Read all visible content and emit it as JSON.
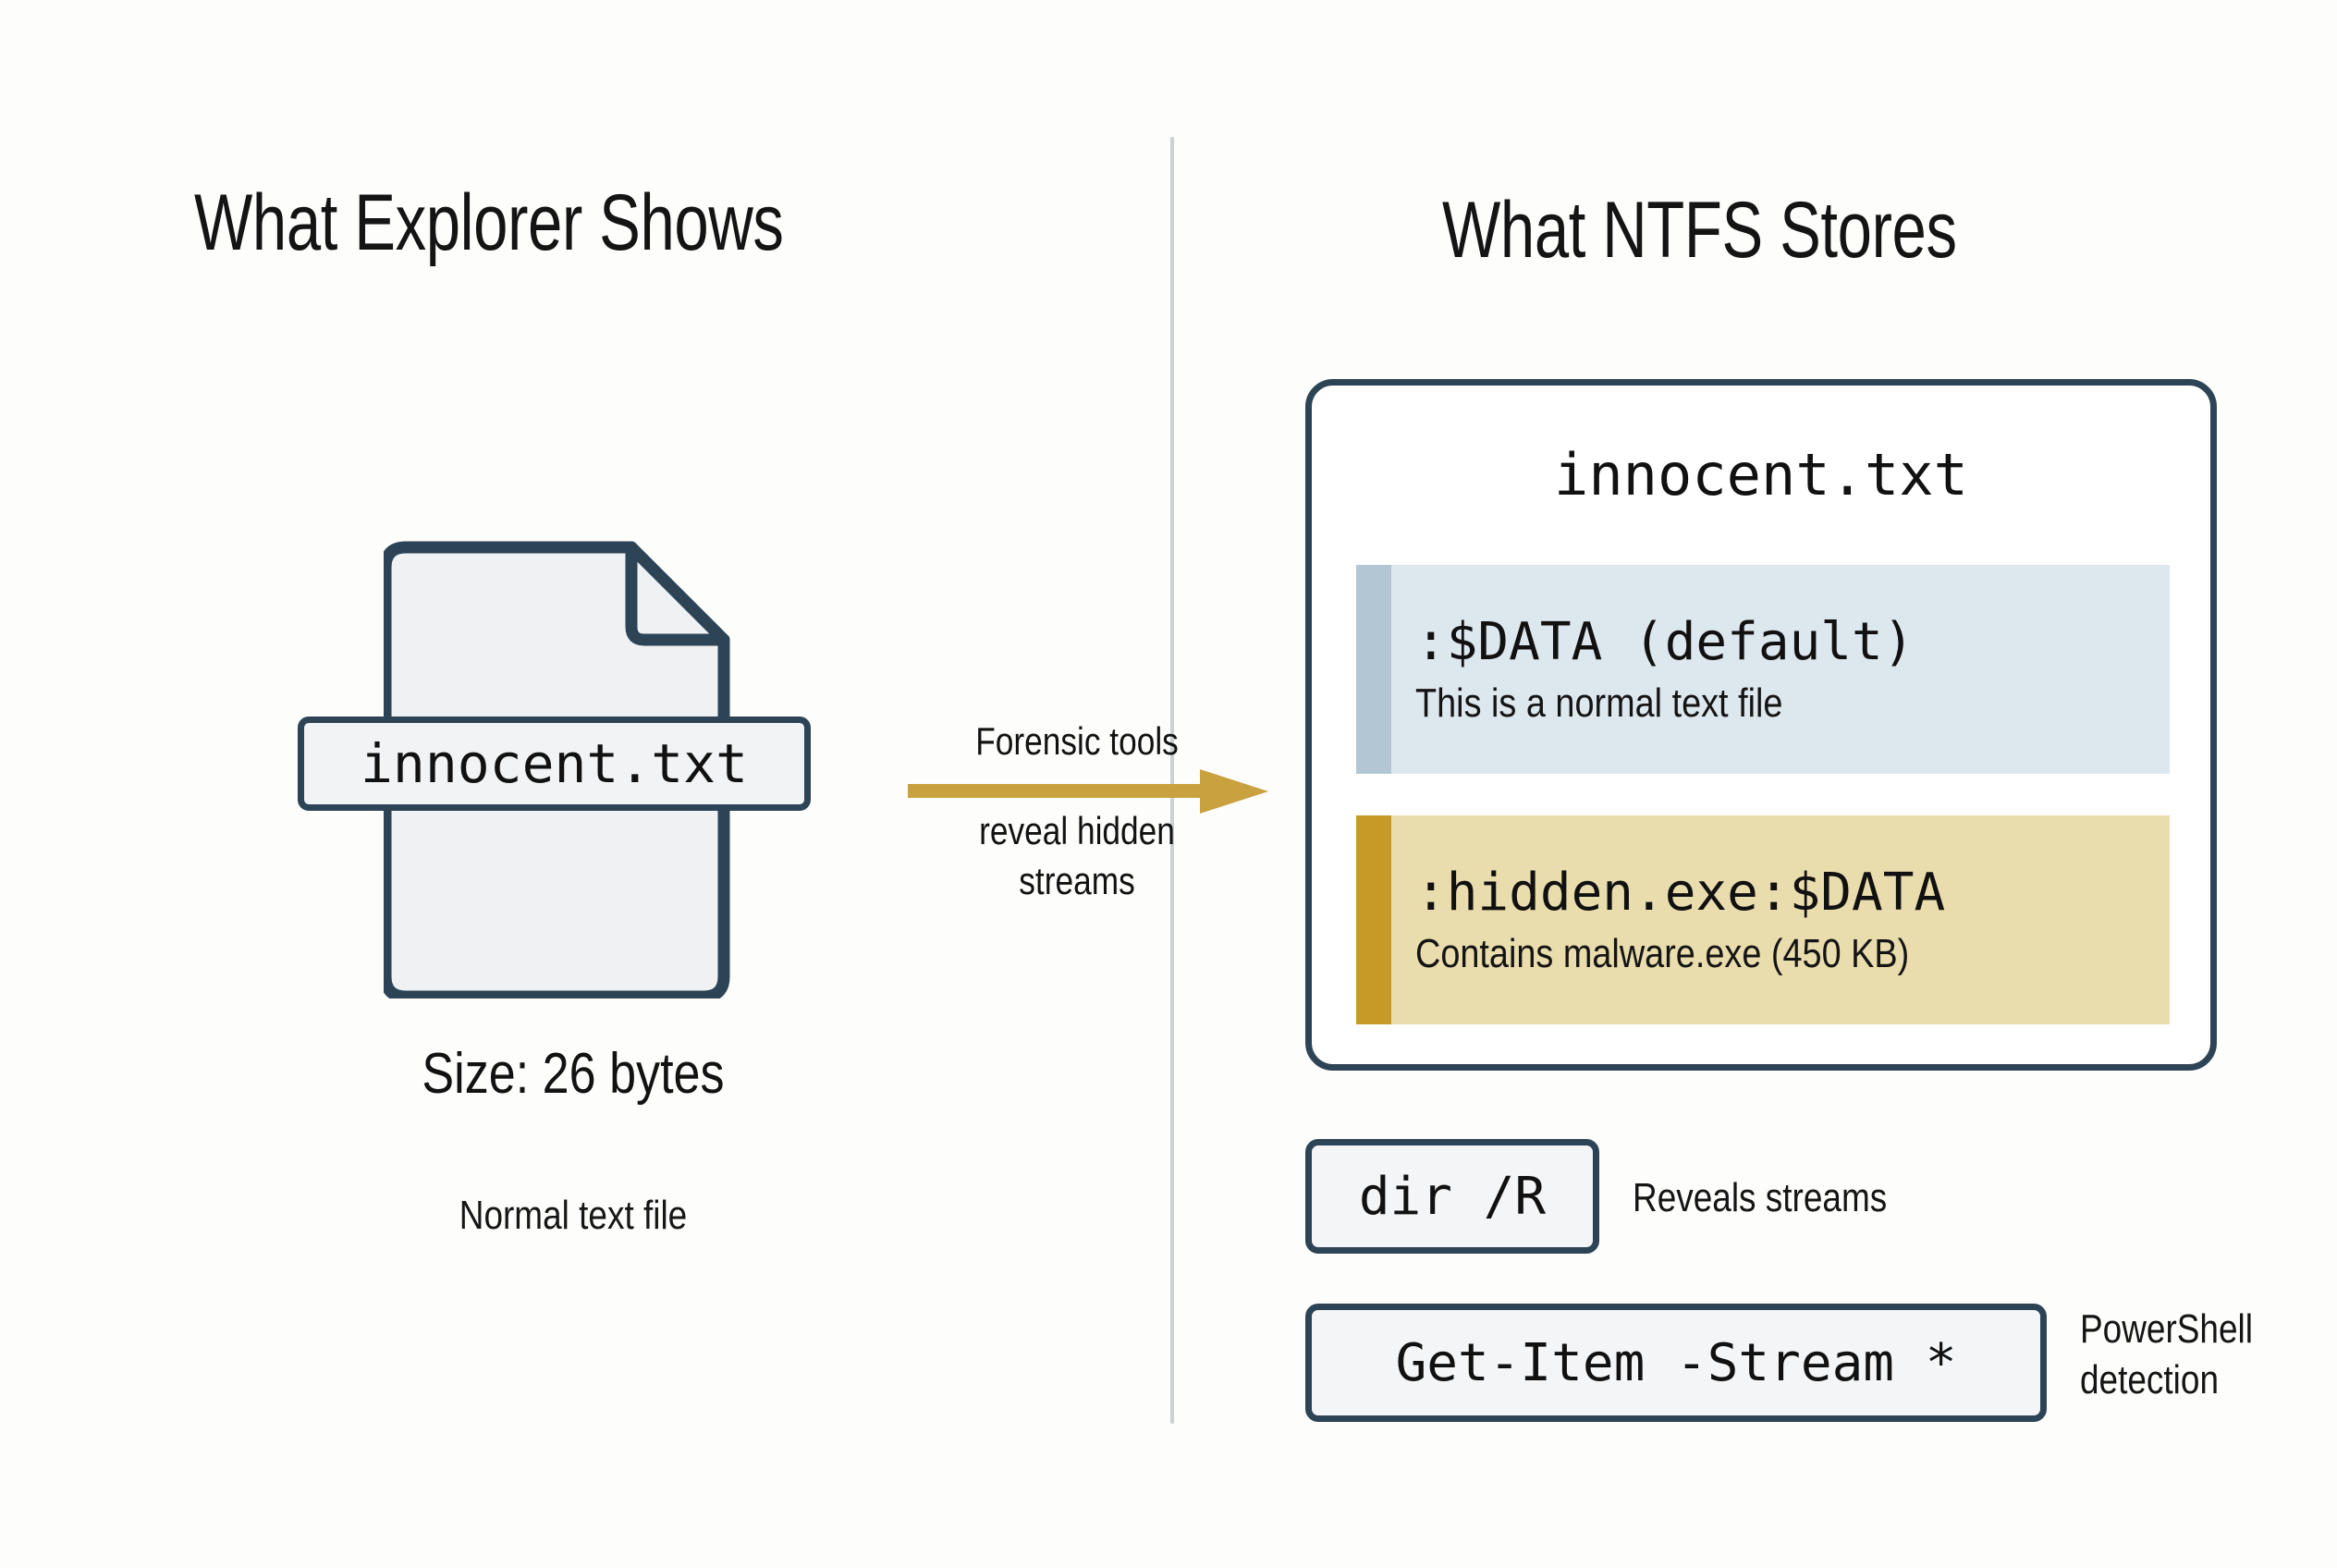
{
  "colors": {
    "background": "#fdfdfc",
    "outline_navy": "#2d4456",
    "divider_gray": "#ccd2d4",
    "arrow_gold": "#c9a23f",
    "icon_fill": "#eff1f2",
    "stream_default_bg": "#dde7ee",
    "stream_default_accent": "#b2c7d3",
    "stream_hidden_bg": "#e9dcad",
    "stream_hidden_accent": "#c69a26",
    "chip_fill": "#f4f5f6",
    "text": "#121212"
  },
  "left_panel": {
    "title": "What Explorer Shows",
    "file_icon": {
      "icon_name": "text-file-icon",
      "filename_badge": "innocent.txt"
    },
    "size_label": "Size: 26 bytes",
    "caption": "Normal text file"
  },
  "connector": {
    "icon_name": "arrow-right-icon",
    "caption_top": "Forensic tools",
    "caption_bottom": "reveal hidden\nstreams",
    "caption_bottom_line1": "reveal hidden",
    "caption_bottom_line2": "streams"
  },
  "right_panel": {
    "title": "What NTFS Stores",
    "card": {
      "filename": "innocent.txt",
      "streams": [
        {
          "name": ":$DATA (default)",
          "description": "This is a normal text file",
          "kind": "default-stream"
        },
        {
          "name": ":hidden.exe:$DATA",
          "description": "Contains malware.exe (450 KB)",
          "kind": "alternate-data-stream"
        }
      ]
    },
    "commands": [
      {
        "command": "dir /R",
        "note": "Reveals streams"
      },
      {
        "command": "Get-Item -Stream *",
        "note_line1": "PowerShell",
        "note_line2": "detection"
      }
    ]
  }
}
